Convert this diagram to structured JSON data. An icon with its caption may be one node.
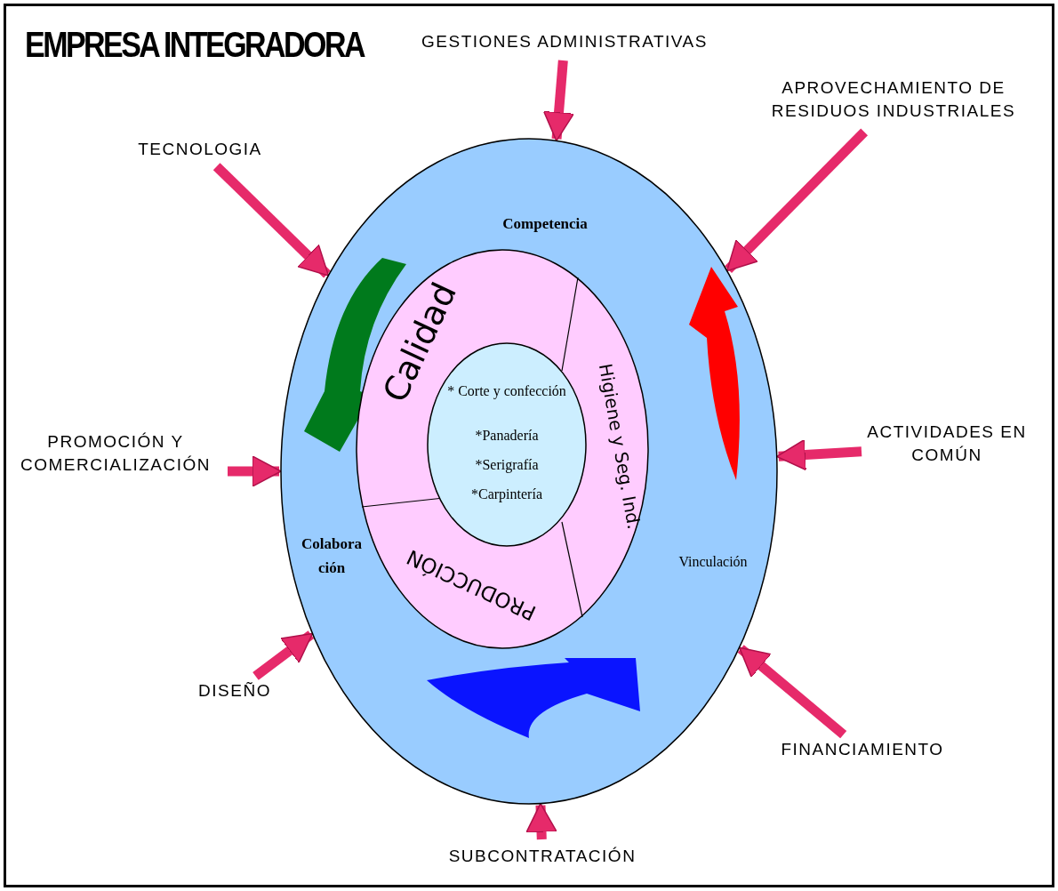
{
  "diagram": {
    "title": "EMPRESA INTEGRADORA",
    "nodes": [
      {
        "text": [
          "Competencia",
          "Colaboración",
          "Vinculación"
        ]
      },
      {
        "text": [
          "Calidad",
          "Higiene y Seg. Ind.",
          "PRODUCCIÓN"
        ],
        "in": 0
      },
      {
        "text": [
          "* Corte y confección",
          "*Panadería",
          "*Serigrafía",
          "*Carpintería"
        ],
        "in": 1
      },
      {
        "text": [
          "GESTIONES ADMINISTRATIVAS"
        ]
      },
      {
        "text": [
          "APROVECHAMIENTO DE RESIDUOS INDUSTRIALES"
        ]
      },
      {
        "text": [
          "TECNOLOGIA"
        ]
      },
      {
        "text": [
          "ACTIVIDADES EN COMÚN"
        ]
      },
      {
        "text": [
          "PROMOCIÓN Y COMERCIALIZACIÓN"
        ]
      },
      {
        "text": [
          "DISEÑO"
        ]
      },
      {
        "text": [
          "FINANCIAMIENTO"
        ]
      },
      {
        "text": [
          "SUBCONTRATACIÓN"
        ]
      }
    ],
    "edges": [
      {
        "from": 3,
        "to": 0,
        "arrow": "to"
      },
      {
        "from": 4,
        "to": 0,
        "arrow": "to"
      },
      {
        "from": 5,
        "to": 0,
        "arrow": "to"
      },
      {
        "from": 6,
        "to": 0,
        "arrow": "to"
      },
      {
        "from": 7,
        "to": 0,
        "arrow": "to"
      },
      {
        "from": 8,
        "to": 0,
        "arrow": "to"
      },
      {
        "from": 9,
        "to": 0,
        "arrow": "to"
      },
      {
        "from": 10,
        "to": 0,
        "arrow": "to"
      }
    ]
  }
}
